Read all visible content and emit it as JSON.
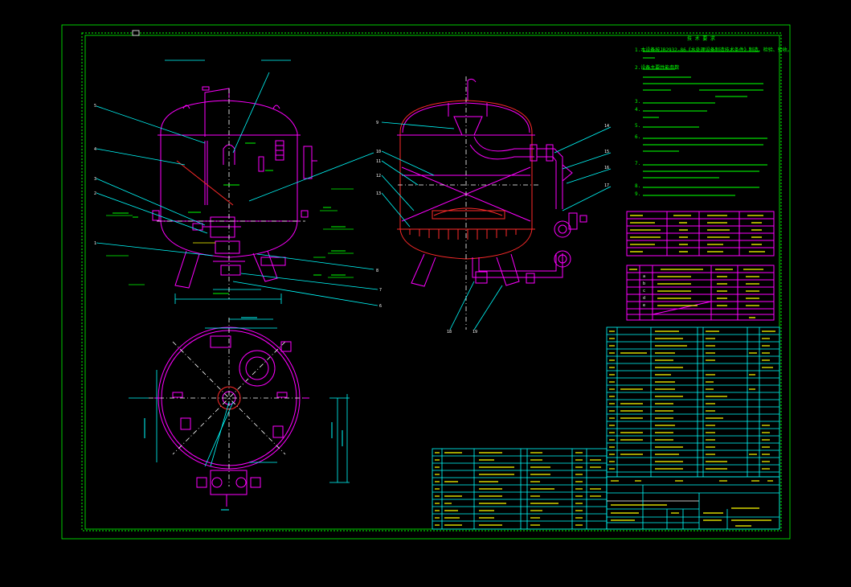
{
  "drawing": {
    "viewport_marker": "□",
    "notes_title": "技 术 要 求",
    "notes": [
      "1.本设备按JB2932-86《水处理设备制造技术条件》制造、检验、验收。",
      "2.设备主要性能参数",
      "3.",
      "4.",
      "5.",
      "6.",
      "7.",
      "8.",
      "9."
    ]
  },
  "colors": {
    "background": "#000000",
    "frame": "#00ff00",
    "vessel": "#ff00ff",
    "dimension": "#00ffff",
    "centerline": "#ffffff",
    "highlight": "#ff2a2a",
    "table_text": "#ffff00"
  }
}
